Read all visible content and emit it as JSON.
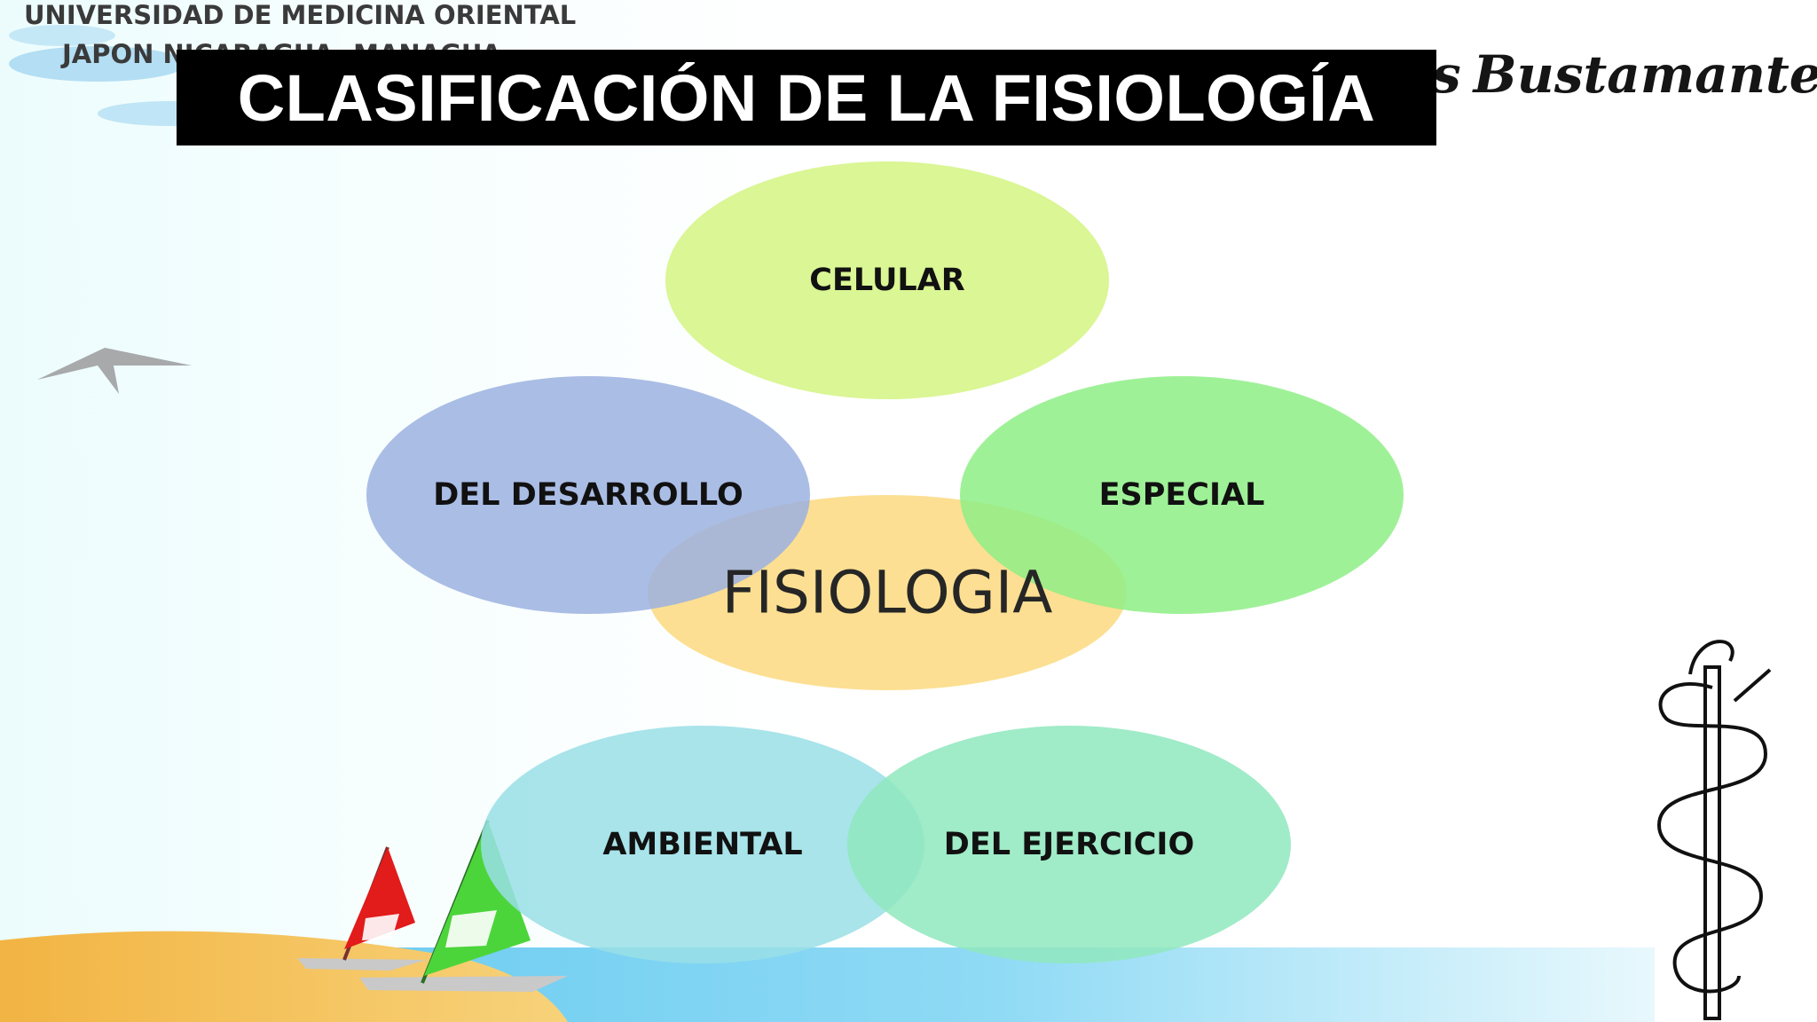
{
  "header": {
    "university_line1": "UNIVERSIDAD DE MEDICINA ORIENTAL",
    "university_line2": "JAPON NICARAGUA- MANAGUA",
    "title": "CLASIFICACIÓN DE LA FISIOLOGÍA",
    "author_visible": "Bustamante R.",
    "author_prefix": "s"
  },
  "diagram": {
    "center": "FISIOLOGIA",
    "nodes": [
      {
        "label": "CELULAR",
        "color": "#d6f58a"
      },
      {
        "label": "DEL DESARROLLO",
        "color": "#9bb2e0"
      },
      {
        "label": "ESPECIAL",
        "color": "#8eee86"
      },
      {
        "label": "AMBIENTAL",
        "color": "#99dfe6"
      },
      {
        "label": "DEL EJERCICIO",
        "color": "#8fe8be"
      }
    ],
    "center_color": "#fcdc86"
  },
  "decor": {
    "icons": [
      "cloud-icon",
      "bird-icon",
      "sailboat-icon",
      "caduceus-icon",
      "beach-icon"
    ]
  }
}
